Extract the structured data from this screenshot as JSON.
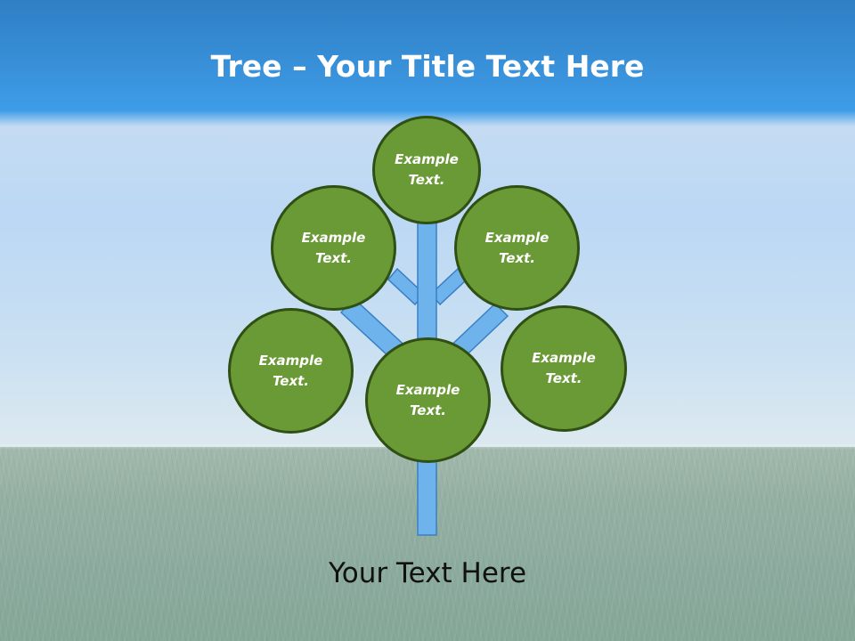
{
  "slide": {
    "title_bold": "Tree",
    "title_separator": "–",
    "title_rest": "Your Title Text Here",
    "footer_text": "Your Text Here"
  },
  "nodes": [
    {
      "line1": "Example",
      "line2": "Text."
    },
    {
      "line1": "Example",
      "line2": "Text."
    },
    {
      "line1": "Example",
      "line2": "Text."
    },
    {
      "line1": "Example",
      "line2": "Text."
    },
    {
      "line1": "Example",
      "line2": "Text."
    },
    {
      "line1": "Example",
      "line2": "Text."
    }
  ],
  "colors": {
    "node_fill": "#6a9a36",
    "node_stroke": "#2f4f14",
    "trunk_fill": "#6fb3ec",
    "trunk_stroke": "#3a7fc4",
    "title": "#ffffff",
    "footer": "#111111"
  }
}
